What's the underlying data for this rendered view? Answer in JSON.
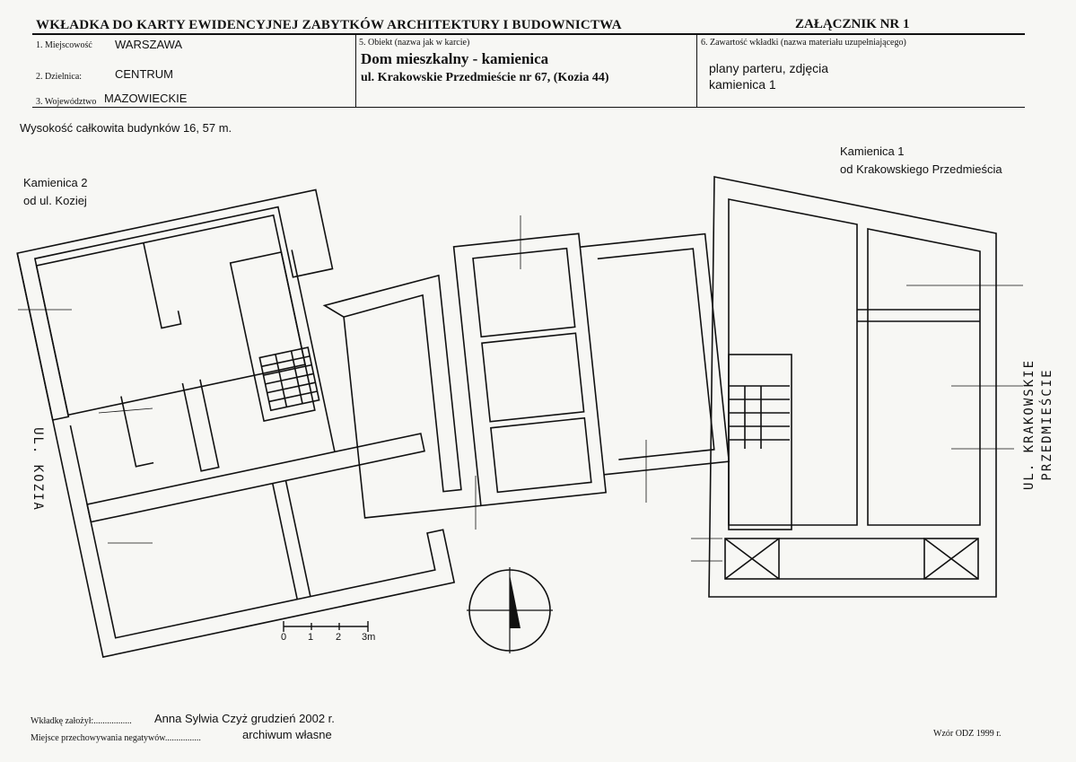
{
  "header": {
    "title": "WKŁADKA DO KARTY EWIDENCYJNEJ ZABYTKÓW ARCHITEKTURY I BUDOWNICTWA",
    "annex": "ZAŁĄCZNIK NR  1",
    "fields": {
      "locality_label": "1. Miejscowość",
      "locality_value": "WARSZAWA",
      "district_label": "2. Dzielnica:",
      "district_value": "CENTRUM",
      "voivodeship_label": "3. Województwo",
      "voivodeship_value": "MAZOWIECKIE",
      "object_label": "5. Obiekt (nazwa jak w karcie)",
      "object_name": "Dom mieszkalny - kamienica",
      "object_address": "ul. Krakowskie Przedmieście  nr 67, (Kozia 44)",
      "contents_label": "6. Zawartość wkładki (nazwa materiału uzupełniającego)",
      "contents_line1": "plany parteru, zdjęcia",
      "contents_line2": "kamienica 1"
    }
  },
  "plan": {
    "height_note": "Wysokość całkowita budynków 16, 57 m.",
    "building2_line1": "Kamienica 2",
    "building2_line2": "od ul. Koziej",
    "building1_line1": "Kamienica 1",
    "building1_line2": "od Krakowskiego Przedmieścia",
    "street_left": "UL. KOZIA",
    "street_right_line1": "UL. KRAKOWSKIE",
    "street_right_line2": "PRZEDMIEŚCIE",
    "scale_labels": [
      "0",
      "1",
      "2",
      "3m"
    ]
  },
  "footer": {
    "founder_label": "Wkładkę założył:.................",
    "founder_value": "Anna Sylwia Czyż grudzień 2002 r.",
    "storage_label": "Miejsce przechowywania negatywów",
    "storage_dots": "................",
    "storage_value": "archiwum własne",
    "form_id": "Wzór ODZ 1999 r."
  }
}
